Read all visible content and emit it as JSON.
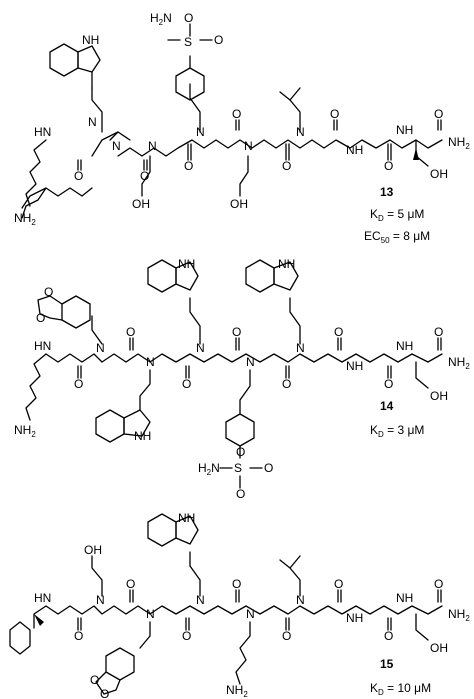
{
  "compounds": [
    {
      "number": "13",
      "kd_label": "K",
      "kd_sub": "D",
      "kd_value": " = 5 μM",
      "ec_label": "EC",
      "ec_sub": "50",
      "ec_value": " = 8 μM"
    },
    {
      "number": "14",
      "kd_label": "K",
      "kd_sub": "D",
      "kd_value": " = 3 μM"
    },
    {
      "number": "15",
      "kd_label": "K",
      "kd_sub": "D",
      "kd_value": " = 10 μM"
    }
  ],
  "atoms": {
    "N": "N",
    "NH": "NH",
    "HN": "HN",
    "H": "H",
    "O": "O",
    "S": "S",
    "OH": "OH",
    "H2N": "H",
    "NH2": "NH",
    "two": "2"
  }
}
